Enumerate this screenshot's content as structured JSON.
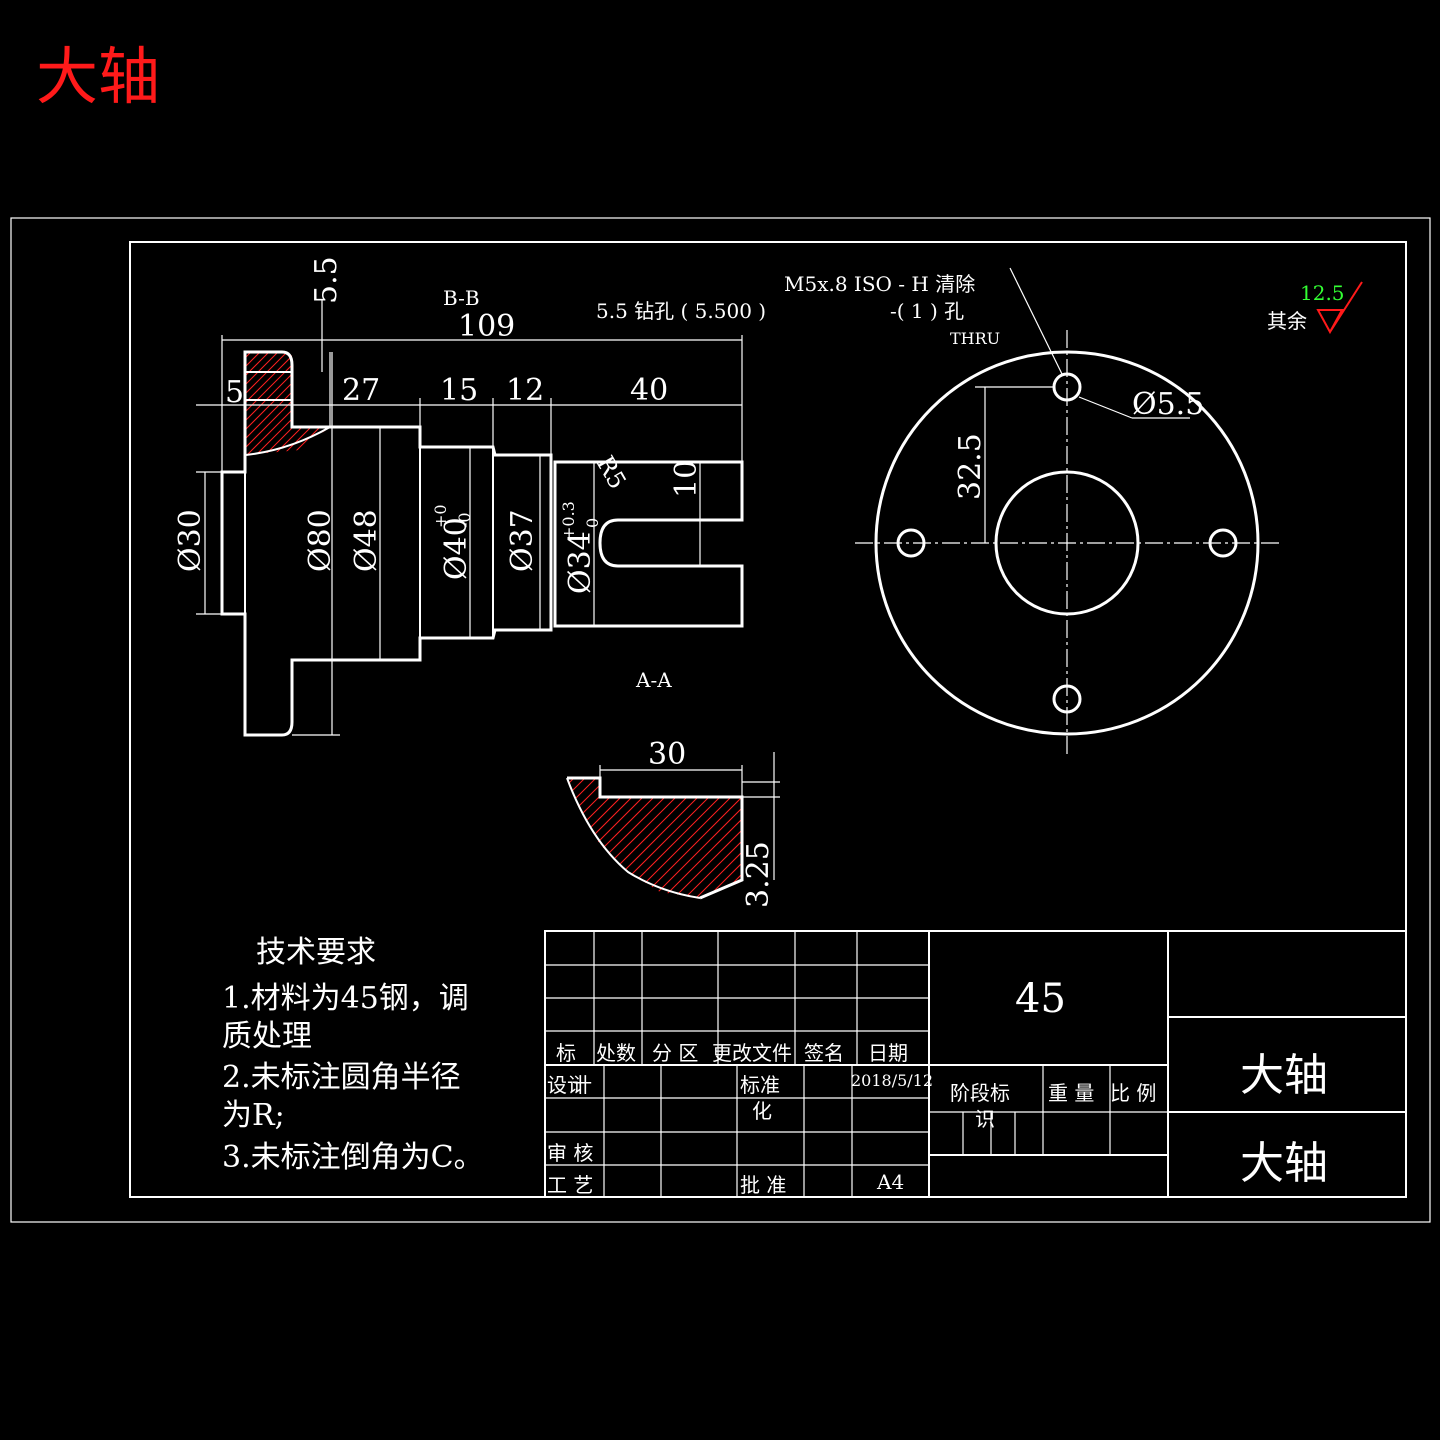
{
  "title": "大轴",
  "views": {
    "section_bb": "B-B",
    "section_aa": "A-A"
  },
  "dims": {
    "d_5_5_v": "5.5",
    "d_109": "109",
    "d_5": "5",
    "d_27": "27",
    "d_15": "15",
    "d_12": "12",
    "d_40": "40",
    "d_phi30": "Ø30",
    "d_phi80": "Ø80",
    "d_phi48": "Ø48",
    "d_phi40": "Ø40",
    "d_phi40_tol_up": "+0",
    "d_phi40_tol_dn": "-0",
    "d_phi37": "Ø37",
    "d_phi34": "Ø34",
    "d_phi34_tol_up": "+0.3",
    "d_phi34_tol_dn": "0",
    "d_r5": "R5",
    "d_10": "10",
    "d_30": "30",
    "d_3_25": "3.25",
    "d_32_5": "32.5",
    "d_phi5_5": "Ø5.5"
  },
  "notes": {
    "hole_note": "5.5 钻孔 ( 5.500 )",
    "thread_line1": "M5x.8 ISO - H 清除",
    "thread_line2": "-( 1 ) 孔",
    "thread_line3": "THRU",
    "roughness_value": "12.5",
    "roughness_label": "其余"
  },
  "tech": {
    "heading": "技术要求",
    "line1": "1.材料为45钢，调",
    "line2": "质处理",
    "line3": "2.未标注圆角半径",
    "line4": "为R;",
    "line5": "3.未标注倒角为C。"
  },
  "titleblock": {
    "material": "45",
    "part_name_1": "大轴",
    "part_name_2": "大轴",
    "h_mark": "标",
    "h_count": "处数",
    "h_zone": "分 区",
    "h_doc": "更改文件",
    "h_sign": "签名",
    "h_date": "日期",
    "design": "设计",
    "design_sub": "计",
    "date_val": "2018/5/12",
    "standard": "标准",
    "standard_sub": "化",
    "check": "审 核",
    "process": "工 艺",
    "approve": "批 准",
    "paper": "A4",
    "stage": "阶段标",
    "stage_sub": "识",
    "weight": "重 量",
    "scale": "比 例"
  },
  "colors": {
    "title": "#ff1a1a",
    "roughness_value": "#33ff33",
    "roughness_symbol": "#ff1a1a",
    "hatch": "#ff2020",
    "line": "#ffffff"
  }
}
